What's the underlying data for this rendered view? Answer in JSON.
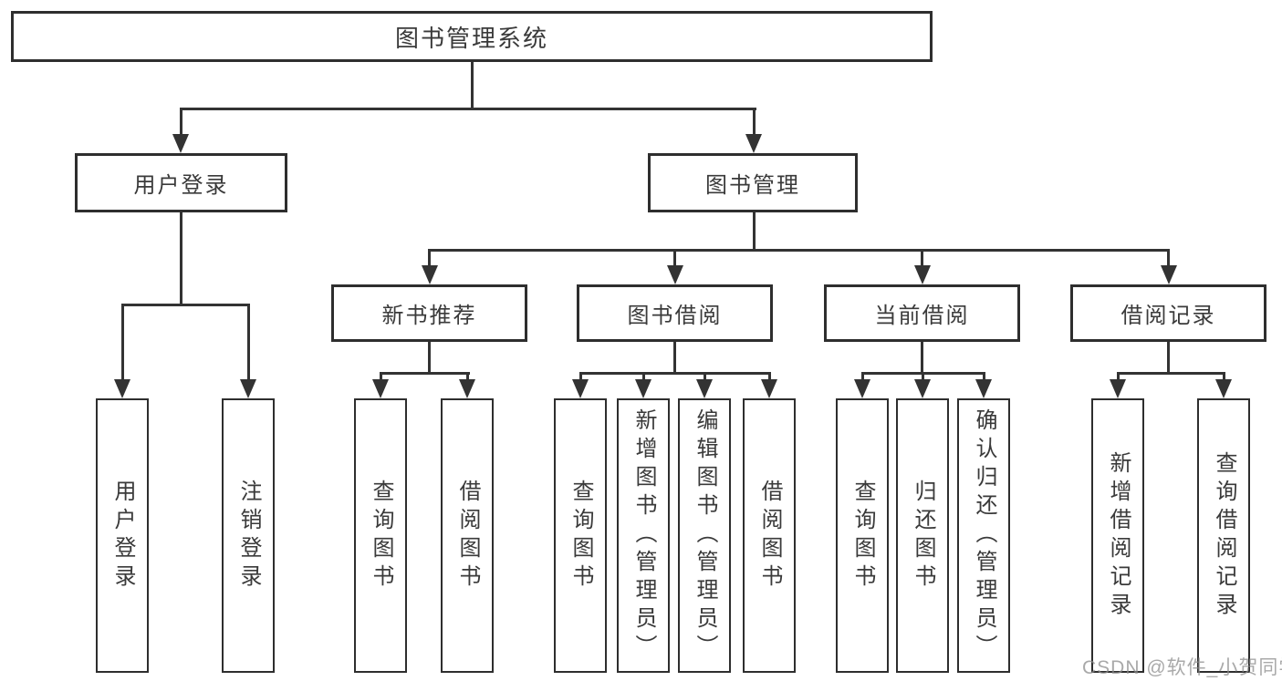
{
  "tree": {
    "root": "图书管理系统",
    "level2": [
      "用户登录",
      "图书管理"
    ],
    "level3": [
      "新书推荐",
      "图书借阅",
      "当前借阅",
      "借阅记录"
    ],
    "leaves": {
      "user_login": [
        "用户登录",
        "注销登录"
      ],
      "new_books": [
        "查询图书",
        "借阅图书"
      ],
      "book_borrow": [
        "查询图书",
        "新增图书（管理员）",
        "编辑图书（管理员）",
        "借阅图书"
      ],
      "current_borrow": [
        "查询图书",
        "归还图书",
        "确认归还（管理员）"
      ],
      "borrow_records": [
        "新增借阅记录",
        "查询借阅记录"
      ]
    }
  },
  "watermark": "CSDN @软件_小贺同学",
  "colors": {
    "line": "#333333",
    "border": "#2e2e2e",
    "text": "#3a3a3a",
    "watermark": "#8c8c8c",
    "background": "#ffffff"
  }
}
